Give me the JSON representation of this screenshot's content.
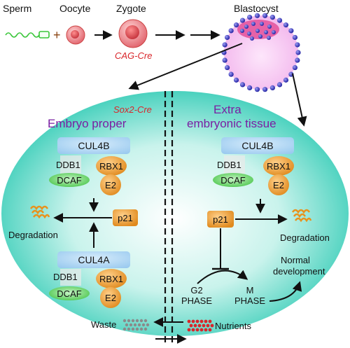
{
  "top": {
    "sperm": "Sperm",
    "oocyte": "Oocyte",
    "zygote": "Zygote",
    "blastocyst": "Blastocyst",
    "plus": "+",
    "cag_cre": "CAG-Cre"
  },
  "left": {
    "sox2_cre": "Sox2-Cre",
    "title": "Embryo proper",
    "upper_complex": {
      "scaffold": "CUL4B",
      "ddb1": "DDB1",
      "rbx1": "RBX1",
      "dcaf": "DCAF",
      "e2": "E2"
    },
    "p21": "p21",
    "degradation": "Degradation",
    "lower_complex": {
      "scaffold": "CUL4A",
      "ddb1": "DDB1",
      "rbx1": "RBX1",
      "dcaf": "DCAF",
      "e2": "E2"
    }
  },
  "right": {
    "title_line1": "Extra",
    "title_line2": "embryonic tissue",
    "complex": {
      "scaffold": "CUL4B",
      "ddb1": "DDB1",
      "rbx1": "RBX1",
      "dcaf": "DCAF",
      "e2": "E2"
    },
    "p21": "p21",
    "degradation": "Degradation",
    "g2_line1": "G2",
    "g2_line2": "PHASE",
    "m_line1": "M",
    "m_line2": "PHASE",
    "normal_line1": "Normal",
    "normal_line2": "development"
  },
  "bottom": {
    "waste": "Waste",
    "nutrients": "Nutrients"
  },
  "colors": {
    "ellipse_center": "#ffffff",
    "ellipse_edge": "#4fd6c4",
    "cullin": "#a8d4f2",
    "rbx_e2": "#f0a542",
    "dcaf": "#4ac94a",
    "p21": "#f4a43a",
    "blastocyst_fill": "#f8c6f2",
    "blastocyst_cells": "#2a2ab0",
    "nutrients": "#d9252a",
    "waste": "#8a8a8a",
    "accent_red": "#d9252a",
    "accent_purple": "#7a1fa2"
  }
}
